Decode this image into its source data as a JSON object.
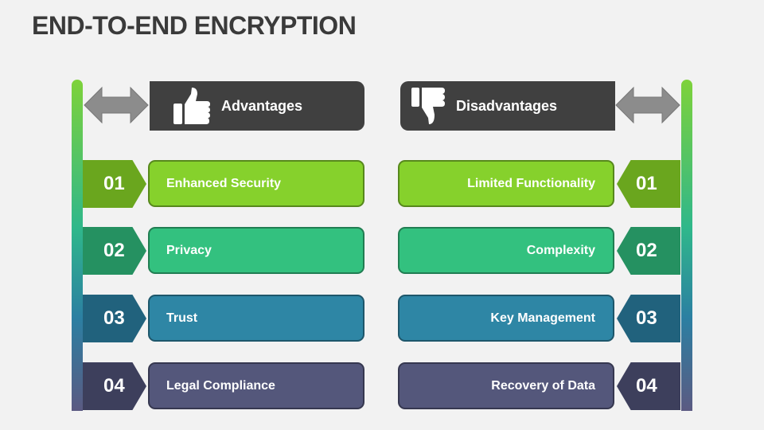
{
  "title": "END-TO-END ENCRYPTION",
  "advantages": {
    "header": "Advantages",
    "icon": "thumbs-up-icon",
    "items": [
      {
        "num": "01",
        "label": "Enhanced Security"
      },
      {
        "num": "02",
        "label": "Privacy"
      },
      {
        "num": "03",
        "label": "Trust"
      },
      {
        "num": "04",
        "label": "Legal Compliance"
      }
    ]
  },
  "disadvantages": {
    "header": "Disadvantages",
    "icon": "thumbs-down-icon",
    "items": [
      {
        "num": "01",
        "label": "Limited Functionality"
      },
      {
        "num": "02",
        "label": "Complexity"
      },
      {
        "num": "03",
        "label": "Key Management"
      },
      {
        "num": "04",
        "label": "Recovery of Data"
      }
    ]
  },
  "colors": {
    "header_bg": "#404040",
    "row1": "#86d12c",
    "row1_num": "#6aa61e",
    "row2": "#33c17f",
    "row2_num": "#259161",
    "row3": "#2e86a5",
    "row3_num": "#21627d",
    "row4": "#54577b",
    "row4_num": "#3d3f5c",
    "arrow": "#8c8c8c",
    "bar_top": "#7ed23a",
    "bar_mid": "#2fb78b",
    "bar_low": "#2c7fa2",
    "bar_bottom": "#5b5a82"
  }
}
